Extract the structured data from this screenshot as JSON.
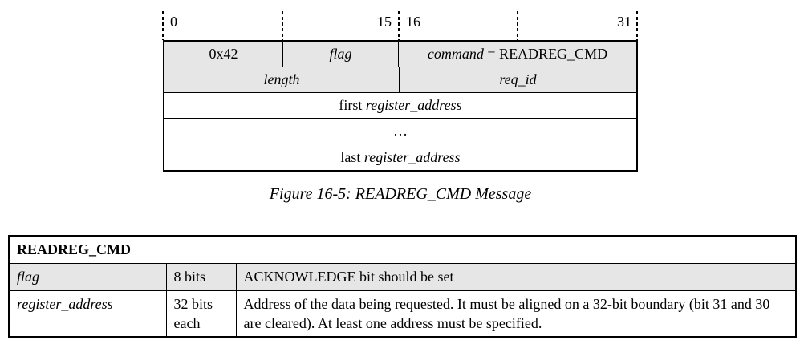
{
  "figure": {
    "ruler": {
      "label_0": "0",
      "label_15": "15",
      "label_16": "16",
      "label_31": "31"
    },
    "row1": {
      "byte": "0x42",
      "flag": "flag",
      "command_italic": "command",
      "command_rest": " = READREG_CMD"
    },
    "row2": {
      "length": "length",
      "req_id": "req_id"
    },
    "row3": {
      "prefix": "first ",
      "field": "register_address"
    },
    "row4": {
      "ellipsis": "…"
    },
    "row5": {
      "prefix": "last ",
      "field": "register_address"
    },
    "caption": "Figure 16-5: READREG_CMD Message"
  },
  "table": {
    "title": "READREG_CMD",
    "rows": [
      {
        "field": "flag",
        "size": "8 bits",
        "description": "ACKNOWLEDGE bit should be set"
      },
      {
        "field": "register_address",
        "size": "32 bits each",
        "description": "Address of the data being requested. It must be aligned on a 32-bit boundary (bit 31 and 30 are cleared). At least one address must be specified."
      }
    ]
  },
  "colors": {
    "shaded_cell": "#e6e6e6",
    "border": "#000000",
    "background": "#ffffff"
  }
}
